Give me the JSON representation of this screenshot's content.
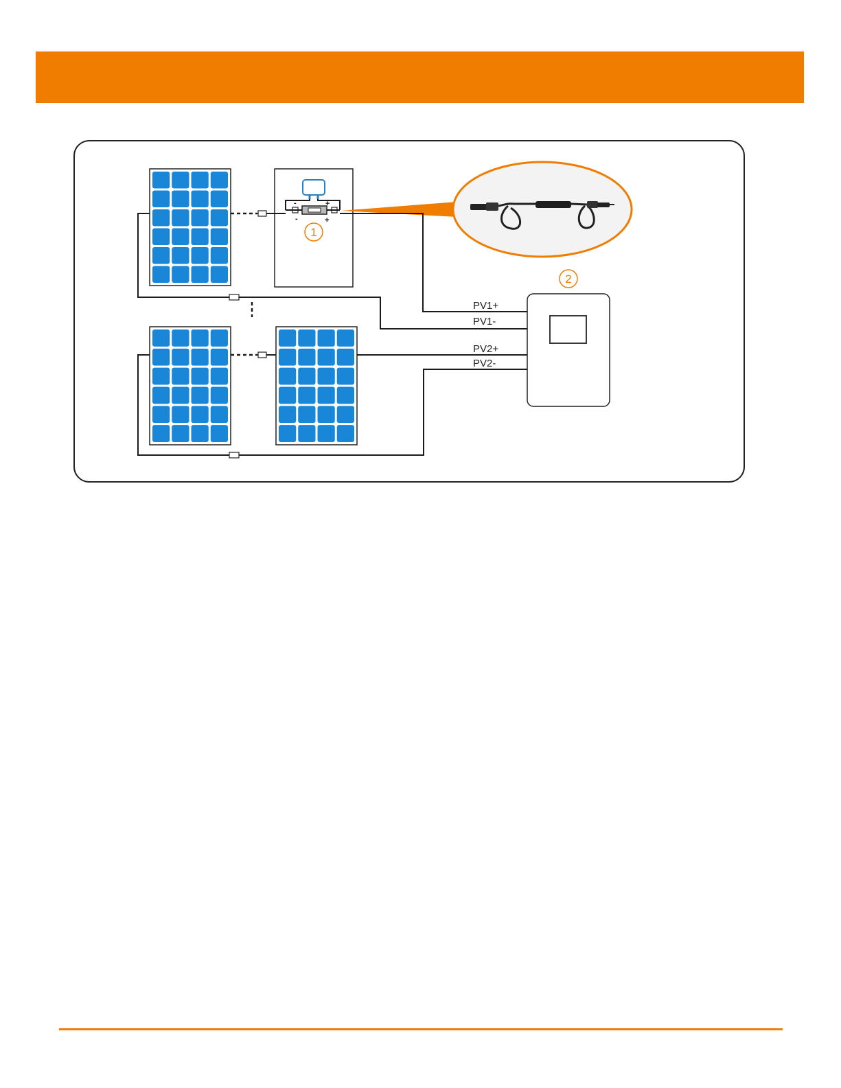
{
  "colors": {
    "accent": "#f07d00",
    "cell": "#1a86d8",
    "panel_bg": "#ffffff",
    "wire": "#1a1a1a",
    "callout_fill": "#f3f3f3"
  },
  "diagram": {
    "markers": [
      "1",
      "2"
    ],
    "terminals": {
      "pv1_plus": "PV1+",
      "pv1_minus": "PV1-",
      "pv2_plus": "PV2+",
      "pv2_minus": "PV2-"
    },
    "signs": {
      "plus": "+",
      "minus": "-"
    }
  }
}
